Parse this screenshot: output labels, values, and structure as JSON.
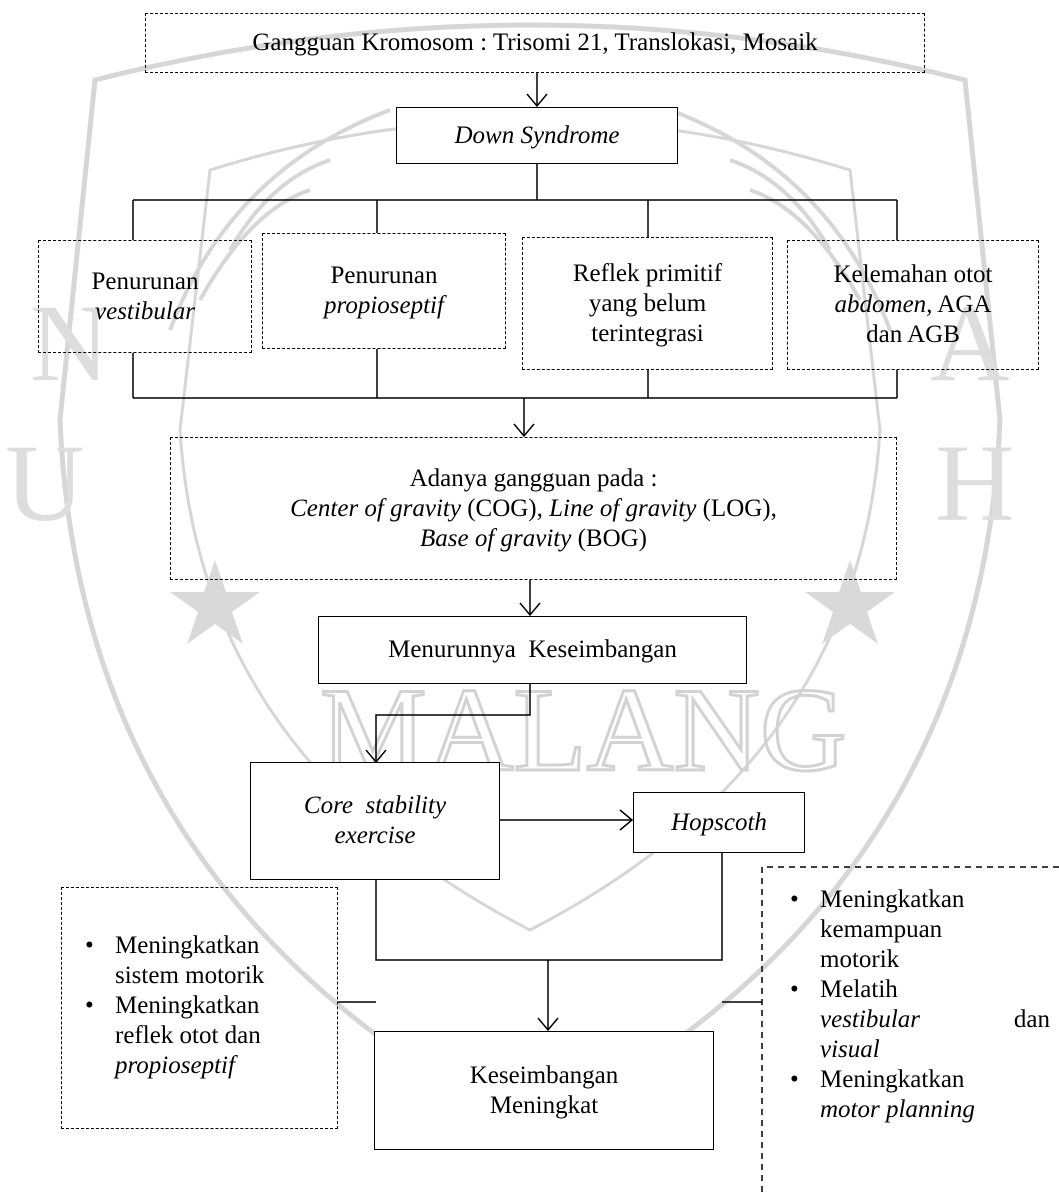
{
  "colors": {
    "line": "#000000",
    "watermark": "#d4d4d4"
  },
  "top": {
    "text": "Gangguan Kromosom : Trisomi 21, Translokasi, Mosaik"
  },
  "down_syndrome": {
    "text": "Down Syndrome"
  },
  "causes": {
    "vestibular": {
      "line1": "Penurunan",
      "line2": "vestibular"
    },
    "proprioceptive": {
      "line1": "Penurunan",
      "line2": "propioseptif"
    },
    "reflex": {
      "line1": "Reflek primitif",
      "line2": "yang belum",
      "line3": "terintegrasi"
    },
    "muscle": {
      "line1": "Kelemahan otot",
      "line2_it": "abdomen,",
      "line2_rest": " AGA",
      "line3": "dan AGB"
    }
  },
  "gravity": {
    "line1": "Adanya gangguan pada :",
    "cog_it": "Center of gravity",
    "cog_abbr": " (COG), ",
    "log_it": "Line of gravity",
    "log_abbr": " (LOG),",
    "bog_it": "Base of gravity",
    "bog_abbr": " (BOG)"
  },
  "balance_down": {
    "text": "Menurunnya  Keseimbangan"
  },
  "core": {
    "line1": "Core  stability",
    "line2": "exercise"
  },
  "hopscotch": {
    "text": "Hopscoth"
  },
  "left_benefits": {
    "item1": {
      "line1": "Meningkatkan",
      "line2": "sistem motorik"
    },
    "item2": {
      "line1": "Meningkatkan",
      "line2": "reflek otot dan",
      "line3": "propioseptif"
    }
  },
  "right_benefits": {
    "item1": {
      "line1": "Meningkatkan",
      "line2": "kemampuan",
      "line3": "motorik"
    },
    "item2": {
      "line1": "Melatih",
      "line2_it": "vestibular",
      "line2_rest": "dan",
      "line3": "visual"
    },
    "item3": {
      "line1": "Meningkatkan",
      "line2": "motor planning"
    }
  },
  "result": {
    "line1": "Keseimbangan",
    "line2": "Meningkat"
  }
}
